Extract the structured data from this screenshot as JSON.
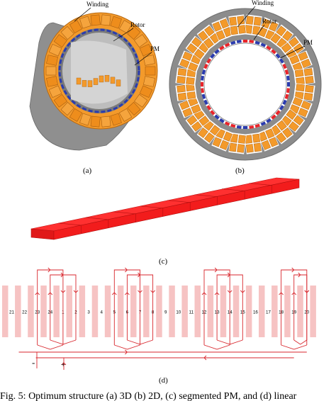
{
  "panel_a": {
    "caption": "(a)",
    "labels": {
      "winding": "Winding",
      "rotor": "Rotor",
      "pm": "PM"
    }
  },
  "panel_b": {
    "caption": "(b)",
    "labels": {
      "winding": "Winding",
      "rotor": "Rotor",
      "pm": "PM"
    }
  },
  "panel_c": {
    "caption": "(c)"
  },
  "panel_d": {
    "caption": "(d)",
    "slot_numbers": [
      "21",
      "22",
      "23",
      "24",
      "1",
      "2",
      "3",
      "4",
      "5",
      "6",
      "7",
      "8",
      "9",
      "10",
      "11",
      "12",
      "13",
      "14",
      "15",
      "16",
      "17",
      "18",
      "19",
      "20"
    ],
    "minus_sign": "-",
    "plus_sign": "+"
  },
  "figure_caption": "Fig. 5: Optimum structure (a) 3D (b) 2D, (c) segmented PM, and (d) linear",
  "colors": {
    "winding_orange": "#f39a2b",
    "core_gray": "#8c8c8c",
    "pm_red": "#e8242a",
    "pm_blue": "#2b3cae",
    "bar_red": "#ff2020",
    "tooth_pink": "#f6c3c3",
    "wire_red": "#d8262c"
  },
  "icons": [
    "fig-3d-machine",
    "fig-2d-cross-section",
    "fig-segmented-pm",
    "fig-winding-layout"
  ]
}
